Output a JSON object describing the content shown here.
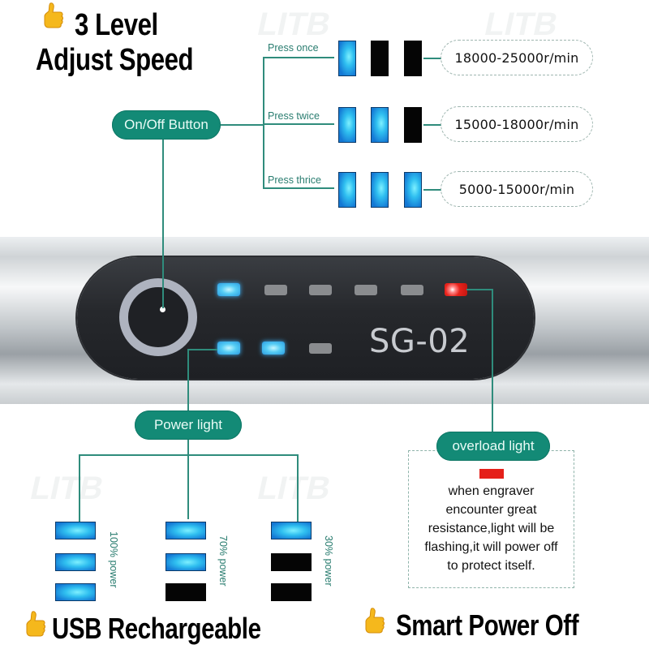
{
  "headlines": {
    "top": [
      "3 Level",
      "Adjust Speed"
    ],
    "bottom_left": "USB Rechargeable",
    "bottom_right": "Smart Power Off"
  },
  "icons": {
    "headline_icon": "thumbs-up-icon"
  },
  "watermark": "LITB",
  "onoff_button": {
    "label": "On/Off Button"
  },
  "speed_levels": [
    {
      "press": "Press once",
      "leds": [
        true,
        false,
        false
      ],
      "speed": "18000-25000r/min"
    },
    {
      "press": "Press twice",
      "leds": [
        true,
        true,
        false
      ],
      "speed": "15000-18000r/min"
    },
    {
      "press": "Press thrice",
      "leds": [
        true,
        true,
        true
      ],
      "speed": "5000-15000r/min"
    }
  ],
  "device": {
    "model": "SG-02",
    "top_row_leds": [
      "on",
      "off",
      "off",
      "off",
      "off",
      "red"
    ],
    "bottom_row_leds": [
      "on",
      "on",
      "off"
    ]
  },
  "power_light": {
    "label": "Power light",
    "levels": [
      {
        "label": "100% power",
        "leds": [
          true,
          true,
          true
        ]
      },
      {
        "label": "70% power",
        "leds": [
          true,
          true,
          false
        ]
      },
      {
        "label": "30% power",
        "leds": [
          true,
          false,
          false
        ]
      }
    ]
  },
  "overload_light": {
    "label": "overload light",
    "description_lines": [
      "when engraver",
      "encounter great",
      "resistance,light will be",
      "flashing,it will power off",
      "to protect itself."
    ]
  },
  "colors": {
    "accent_teal": "#138a76",
    "line_teal": "#2f8c7c",
    "led_blue": "#2fbff0",
    "led_red": "#e5201a",
    "led_off": "#050505"
  }
}
